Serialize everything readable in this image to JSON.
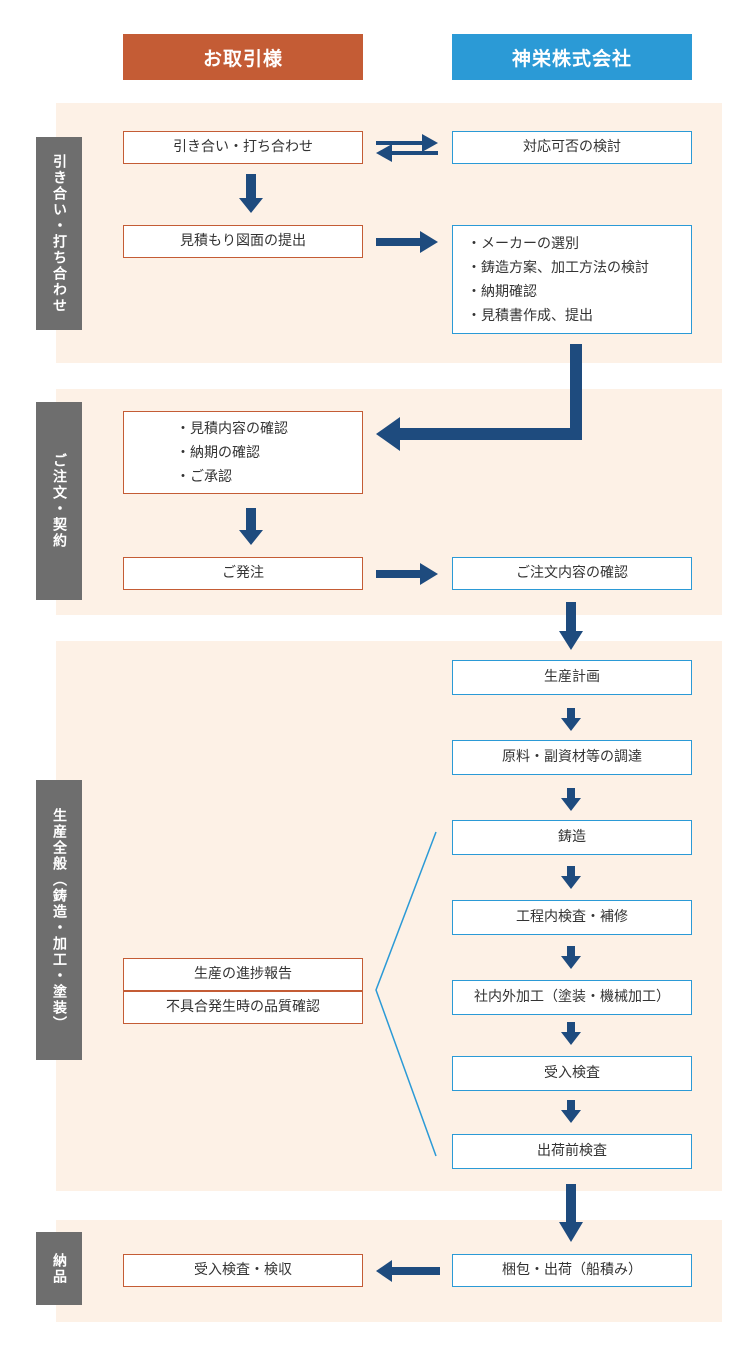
{
  "header": {
    "client": "お取引様",
    "company": "神栄株式会社"
  },
  "colors": {
    "client_header": "#c45c35",
    "company_header": "#2b9ad6",
    "band": "#fdf1e6",
    "side_label": "#6e6e6e",
    "arrow": "#1e4b7e",
    "bracket_line": "#2b9ad6"
  },
  "phases": [
    {
      "label": "引き合い・打ち合わせ"
    },
    {
      "label": "ご注文・契約"
    },
    {
      "label": "生産全般（鋳造・加工・塗装）"
    },
    {
      "label": "納品"
    }
  ],
  "inquiry": {
    "client_step1": "引き合い・打ち合わせ",
    "client_step2": "見積もり図面の提出",
    "company_step1": "対応可否の検討",
    "company_items": [
      "・メーカーの選別",
      "・鋳造方案、加工方法の検討",
      "・納期確認",
      "・見積書作成、提出"
    ]
  },
  "order": {
    "client_items": [
      "・見積内容の確認",
      "・納期の確認",
      "・ご承認"
    ],
    "client_order": "ご発注",
    "company_confirm": "ご注文内容の確認"
  },
  "production": {
    "steps": [
      "生産計画",
      "原料・副資材等の調達",
      "鋳造",
      "工程内検査・補修",
      "社内外加工（塗装・機械加工）",
      "受入検査",
      "出荷前検査"
    ],
    "client_report": "生産の進捗報告",
    "client_quality": "不具合発生時の品質確認"
  },
  "delivery": {
    "company_step": "梱包・出荷（船積み）",
    "client_step": "受入検査・検収"
  }
}
